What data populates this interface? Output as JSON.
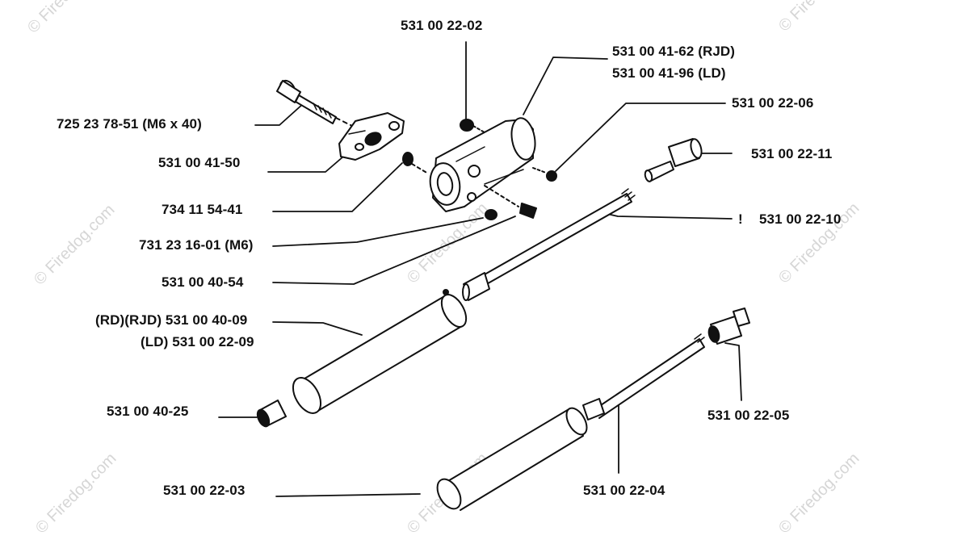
{
  "watermark": "© Firedog.com",
  "labels": {
    "p_531_00_22_02": "531 00 22-02",
    "p_531_00_41_62": "531 00 41-62 (RJD)",
    "p_531_00_41_96": "531 00 41-96 (LD)",
    "p_531_00_22_06": "531 00 22-06",
    "p_725_23_78_51": "725 23 78-51 (M6 x 40)",
    "p_531_00_22_11": "531 00 22-11",
    "p_531_00_41_50": "531 00 41-50",
    "p_734_11_54_41": "734 11 54-41",
    "p_531_00_22_10_mark": "!",
    "p_531_00_22_10": "531 00 22-10",
    "p_731_23_16_01": "731 23 16-01 (M6)",
    "p_531_00_40_54": "531 00 40-54",
    "p_531_00_40_09": "(RD)(RJD) 531 00 40-09",
    "p_531_00_22_09": "(LD) 531 00 22-09",
    "p_531_00_40_25": "531 00 40-25",
    "p_531_00_22_05": "531 00 22-05",
    "p_531_00_22_03": "531 00 22-03",
    "p_531_00_22_04": "531 00 22-04"
  }
}
